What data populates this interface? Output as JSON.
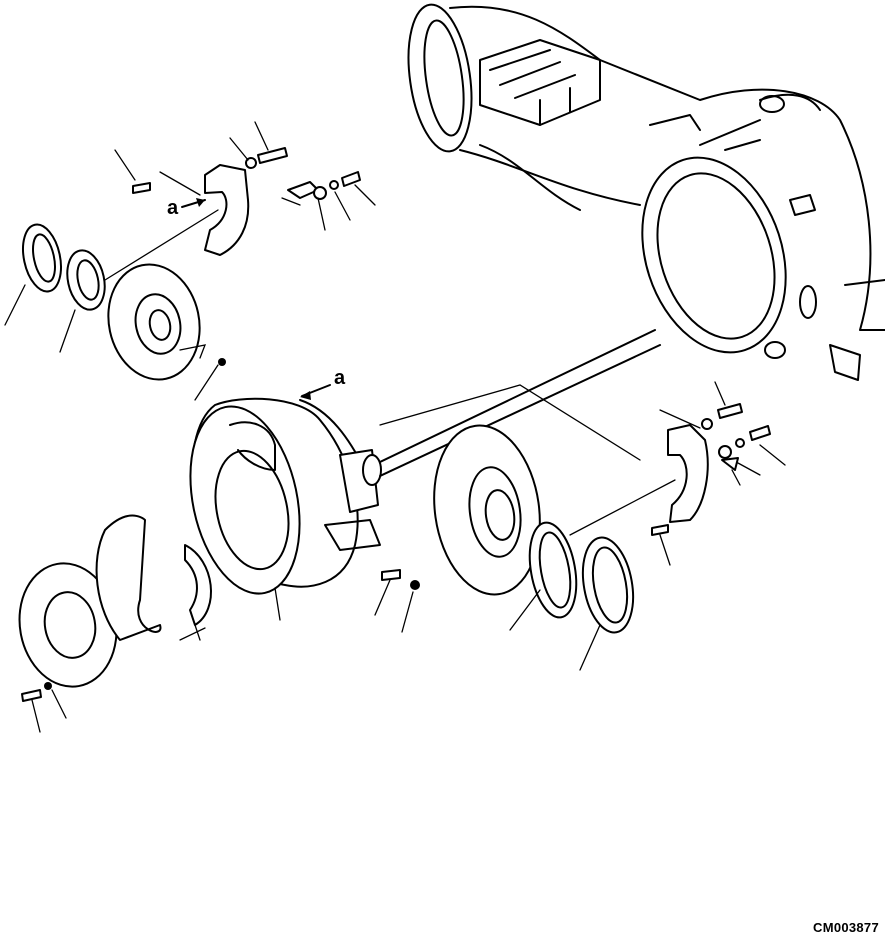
{
  "drawing": {
    "reference_mark_upper": "a",
    "reference_mark_lower": "a",
    "drawing_code": "CM003877"
  }
}
